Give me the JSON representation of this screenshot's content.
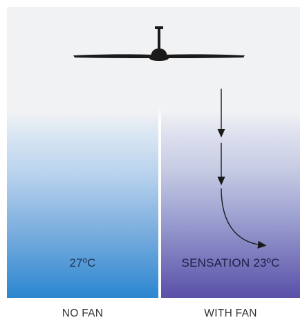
{
  "panels": {
    "left": {
      "temperature_label": "27ºC",
      "caption": "NO FAN"
    },
    "right": {
      "temperature_label": "SENSATION 23ºC",
      "caption": "WITH FAN"
    }
  },
  "icons": {
    "fan": "ceiling-fan-icon",
    "airflow": [
      "down-arrow-icon",
      "down-arrow-icon",
      "curved-arrow-icon"
    ]
  },
  "colors": {
    "no_fan_bottom": "#2b86d0",
    "with_fan_bottom": "#5950a8",
    "background": "#f1f2f4",
    "ink": "#1a1a1a"
  }
}
